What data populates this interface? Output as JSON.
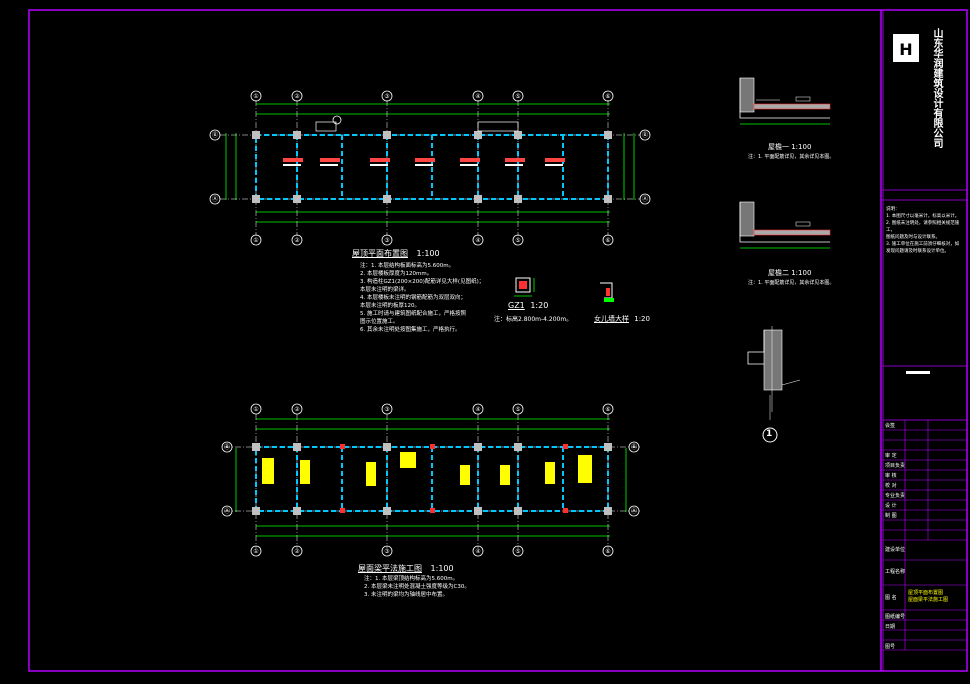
{
  "colors": {
    "frame": "#b400ff",
    "axis": "#ffffff",
    "dim": "#00ff00",
    "beam": "#00c8ff",
    "col": "#c0c0c0",
    "note": "#ffffff",
    "hatch": "#ff3030",
    "yellow": "#ffff00",
    "accent": "#ff00ff"
  },
  "company": {
    "name": "山东华润建筑设计有限公司"
  },
  "plan1": {
    "title": "屋顶平面布置图",
    "scale": "1:100",
    "axis_top": [
      "①",
      "②",
      "③",
      "④",
      "⑤",
      "⑥"
    ],
    "axis_side": [
      "Ⓑ",
      "Ⓐ"
    ],
    "notes": [
      "注：1. 本层结构板面标高为5.600m。",
      "2. 本层楼板厚度为120mm。",
      "3. 构造柱GZ1(200×200)配筋详见大样(见图纸)；",
      "   本层未注明的梁详。",
      "4. 本层楼板未注明的钢筋配筋为双层双向；",
      "   本层未注明的板厚120。",
      "5. 施工时请与建筑图纸配合施工，严格按照",
      "   图示位置施工。",
      "6. 其余未注明处按图集施工，严格执行。"
    ]
  },
  "plan2": {
    "title": "屋面梁平法施工图",
    "scale": "1:100",
    "notes": [
      "注：1. 本层梁顶结构标高为5.600m。",
      "2. 本层梁未注明处混凝土强度等级为C30。",
      "3. 未注明的梁均为轴线居中布置。"
    ]
  },
  "gz": {
    "title": "GZ1",
    "scale": "1:20",
    "note": "注：标高2.800m-4.200m。"
  },
  "parapet": {
    "title": "女儿墙大样",
    "scale": "1:20"
  },
  "details": {
    "d1_title": "屋檐一 1:100",
    "d1_note": "注：1. 平面配筋详见，其余详见本图。",
    "d2_title": "屋檐二 1:100",
    "d2_note": "注：1. 平面配筋详见，其余详见本图。",
    "d3_label": "1"
  },
  "titleblock": {
    "notes_header": "说明：",
    "notes": [
      "1. 本图尺寸以毫米计，标高以米计。",
      "2. 图纸未注明处，请参照相关规范施工，",
      "   图纸问题及时与设计联系。",
      "3. 施工单位在施工前须仔细核对，如",
      "   发现问题请及时联系设计单位。"
    ],
    "rows_left": [
      "会签",
      "",
      "",
      "审 定",
      "项目负责",
      "审 核",
      "校 对",
      "专业负责",
      "设 计",
      "制 图"
    ],
    "project_label": "建设单位",
    "project_label2": "工程名称",
    "drawing_label": "图 名",
    "drawing_name": "屋顶平面布置图",
    "drawing_name2": "屋面梁平法施工图",
    "number_label": "图纸编号",
    "date_label": "日期",
    "sheet_label": "图号"
  }
}
